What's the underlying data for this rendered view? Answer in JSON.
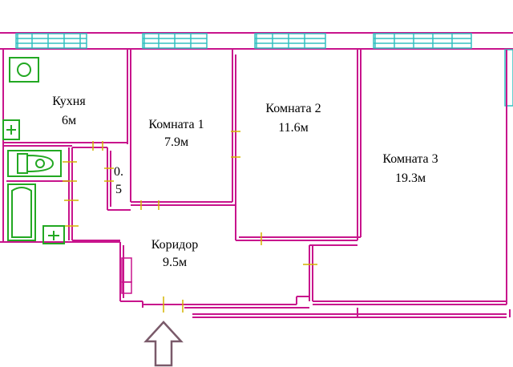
{
  "rooms": {
    "kitchen": {
      "name": "Кухня",
      "area": "6м"
    },
    "room1": {
      "name": "Комната 1",
      "area": "7.9м"
    },
    "room2": {
      "name": "Комната 2",
      "area": "11.6м"
    },
    "room3": {
      "name": "Комната 3",
      "area": "19.3м"
    },
    "corridor": {
      "name": "Коридор",
      "area": "9.5м"
    },
    "closet": {
      "line1": "0.",
      "line2": "5"
    }
  },
  "colors": {
    "walls": "#c8148c",
    "windows": "#33c0c0",
    "fixtures": "#22a822",
    "doors": "#d4b400",
    "arrow": "#7a5a6a"
  },
  "icons": {
    "stove": "stove-icon",
    "sink": "sink-icon",
    "toilet": "toilet-icon",
    "bathtub": "bathtub-icon",
    "entrance": "entrance-arrow-icon"
  }
}
